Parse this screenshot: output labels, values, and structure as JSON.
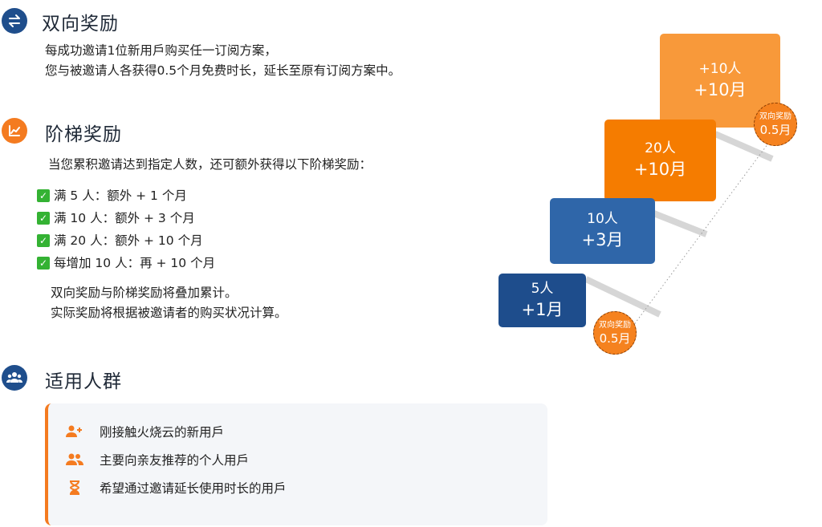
{
  "bidirectional": {
    "title": "双向奖励",
    "icon": "swap-arrows-icon",
    "line1": "每成功邀请1位新用戶购买任一订阅方案，",
    "line2": "您与被邀请人各获得0.5个月免费时长，延长至原有订阅方案中。"
  },
  "tiered": {
    "title": "阶梯奖励",
    "icon": "line-chart-icon",
    "intro": "当您累积邀请达到指定人数，还可额外获得以下阶梯奖励：",
    "tiers": [
      {
        "icon": "check-icon",
        "text": "满 5 人：额外 + 1 个月"
      },
      {
        "icon": "check-icon",
        "text": "满 10 人：额外 + 3 个月"
      },
      {
        "icon": "check-icon",
        "text": "满 20 人：额外 + 10 个月"
      },
      {
        "icon": "check-icon",
        "text": "每增加 10 人：再 + 10 个月"
      }
    ],
    "note1": "双向奖励与阶梯奖励将叠加累计。",
    "note2": "实际奖励将根据被邀请者的购买状况计算。"
  },
  "audience": {
    "title": "适用人群",
    "icon": "users-icon",
    "items": [
      {
        "icon": "user-plus-icon",
        "text": "刚接触火烧云的新用戶"
      },
      {
        "icon": "users-icon",
        "text": "主要向亲友推荐的个人用戶"
      },
      {
        "icon": "hourglass-icon",
        "text": "希望通过邀请延长使用时长的用戶"
      }
    ]
  },
  "diagram": {
    "steps": [
      {
        "people": "5人",
        "months": "+1月",
        "color": "#1e4d8c"
      },
      {
        "people": "10人",
        "months": "+3月",
        "color": "#2f66a9"
      },
      {
        "people": "20人",
        "months": "+10月",
        "color": "#f57c00"
      },
      {
        "people": "+10人",
        "months": "+10月",
        "color": "#f8993a"
      }
    ],
    "bubbles": [
      {
        "label": "双向奖励",
        "value": "0.5月"
      },
      {
        "label": "双向奖励",
        "value": "0.5月"
      }
    ]
  },
  "colors": {
    "accent_blue": "#1f4e8c",
    "accent_orange": "#f47b20",
    "check_green": "#34b233"
  }
}
